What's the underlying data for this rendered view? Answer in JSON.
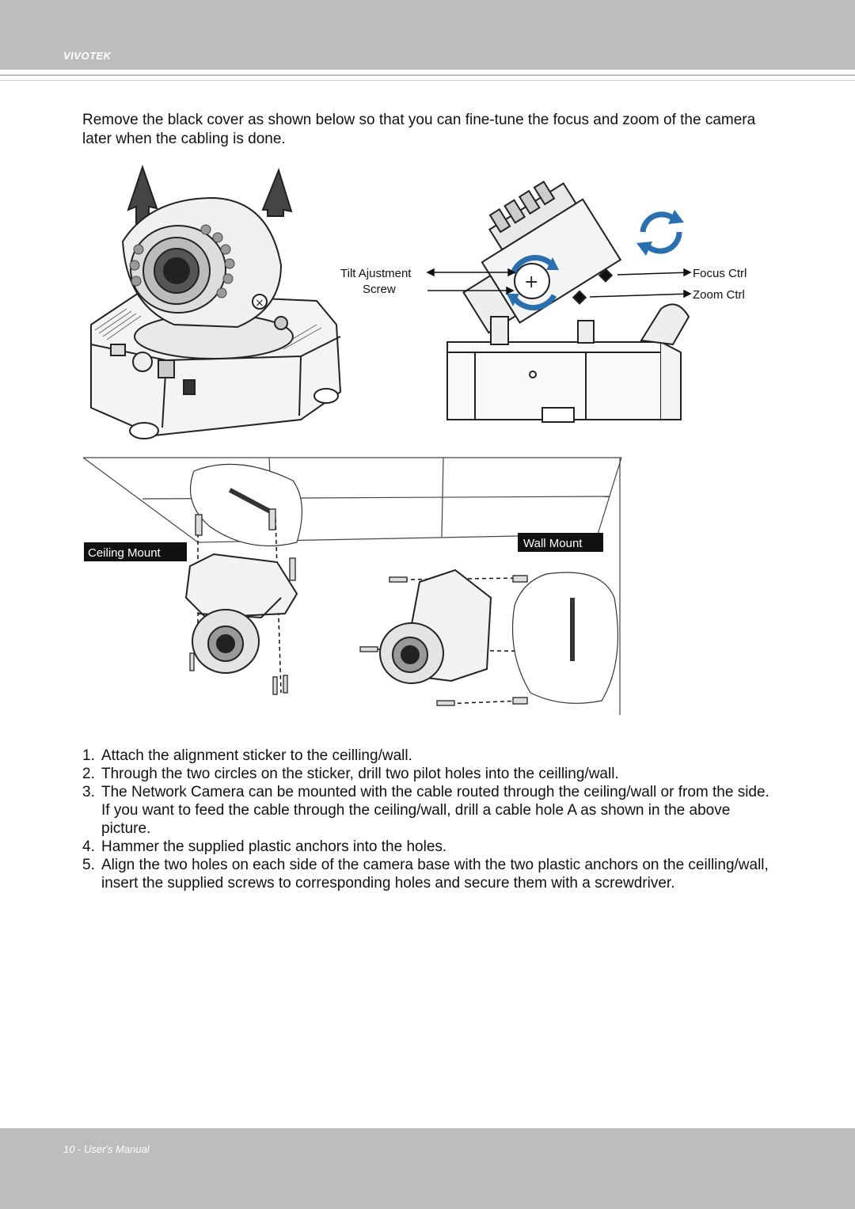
{
  "header": {
    "brand": "VIVOTEK"
  },
  "intro_text": "Remove the black cover as shown below so that you can fine-tune the focus and zoom of the camera later when the cabling is done.",
  "figure": {
    "labels": {
      "tilt_line1": "Tilt Ajustment",
      "tilt_line2": "Screw",
      "focus": "Focus Ctrl",
      "zoom": "Zoom Ctrl",
      "ceiling_mount": "Ceiling Mount",
      "wall_mount": "Wall Mount"
    }
  },
  "steps": [
    {
      "num": "1.",
      "text": "Attach the alignment sticker to the ceilling/wall."
    },
    {
      "num": "2.",
      "text": "Through the two circles on the sticker, drill two pilot holes into the ceilling/wall."
    },
    {
      "num": "3.",
      "text": "The Network Camera can be mounted with the cable routed through the ceiling/wall or from the side. If you want to feed the cable through the ceiling/wall, drill a cable hole A as shown in the above picture."
    },
    {
      "num": "4.",
      "text": "Hammer the supplied plastic anchors into the holes."
    },
    {
      "num": "5.",
      "text": "Align the two holes on each side of the camera base with the two plastic anchors on the ceilling/wall, insert the supplied screws to corresponding holes and secure them with a screwdriver."
    }
  ],
  "footer": {
    "text": "10 - User's Manual"
  }
}
